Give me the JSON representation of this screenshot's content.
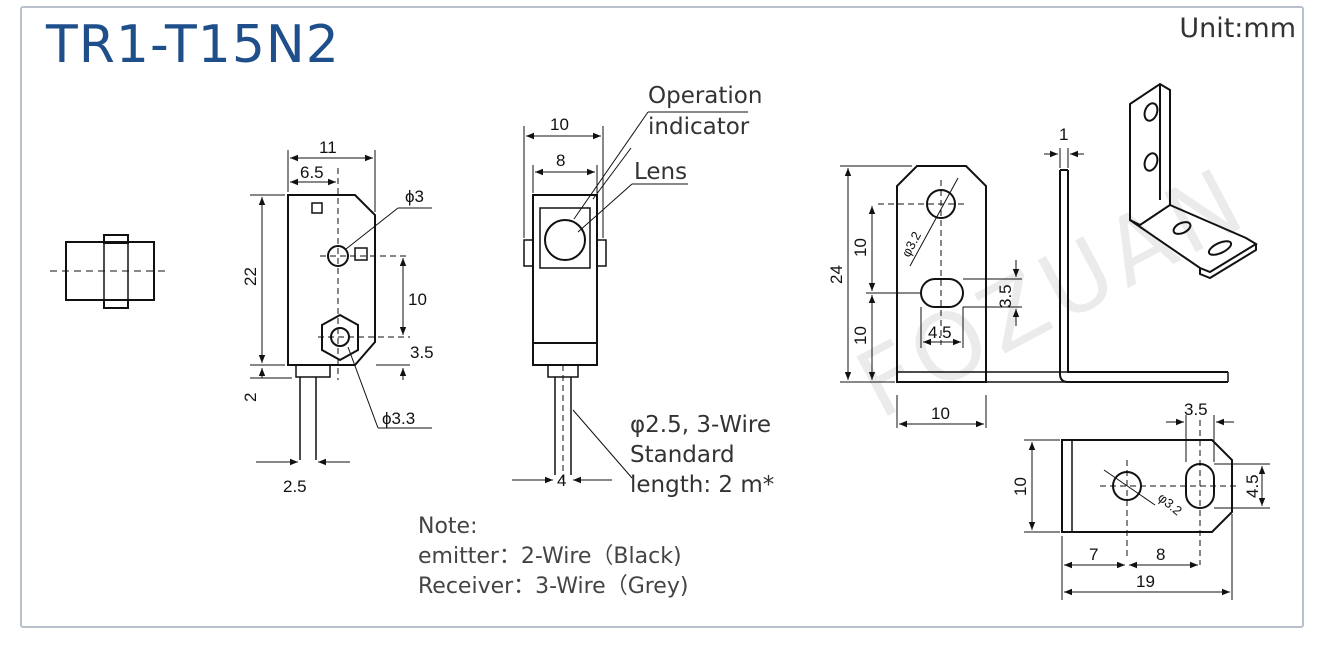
{
  "header": {
    "model": "TR1-T15N2",
    "unit": "Unit:mm"
  },
  "callouts": {
    "operation_line1": "Operation",
    "operation_line2": "indicator",
    "lens": "Lens",
    "cable_line1": "φ2.5, 3-Wire",
    "cable_line2": "Standard",
    "cable_line3": "length: 2 m*"
  },
  "note": {
    "heading": "Note:",
    "emitter": "emitter：2-Wire（Black)",
    "receiver": "Receiver：3-Wire（Grey)"
  },
  "dims_side": {
    "width": "11",
    "offset": "6.5",
    "hole": "ϕ3",
    "height": "22",
    "spacing": "10",
    "bottom_gap": "3.5",
    "tab": "2",
    "lower_hole": "ϕ3.3",
    "lead": "2.5"
  },
  "dims_front": {
    "outer": "10",
    "inner": "8",
    "lead": "4"
  },
  "dims_bracket": {
    "height": "24",
    "upper": "10",
    "lower": "10",
    "hole": "φ3.2",
    "slot_h": "3.5",
    "slot_w": "4.5",
    "width": "10",
    "thick": "1"
  },
  "dims_bracket_bottom": {
    "slot_w": "3.5",
    "slot_h": "4.5",
    "height": "10",
    "hole": "φ3.2",
    "a": "7",
    "b": "8",
    "total": "19"
  },
  "watermark": "FOZUAN",
  "colors": {
    "title": "#1f4f8a",
    "frame": "#b8c1c9",
    "line": "#111111"
  }
}
